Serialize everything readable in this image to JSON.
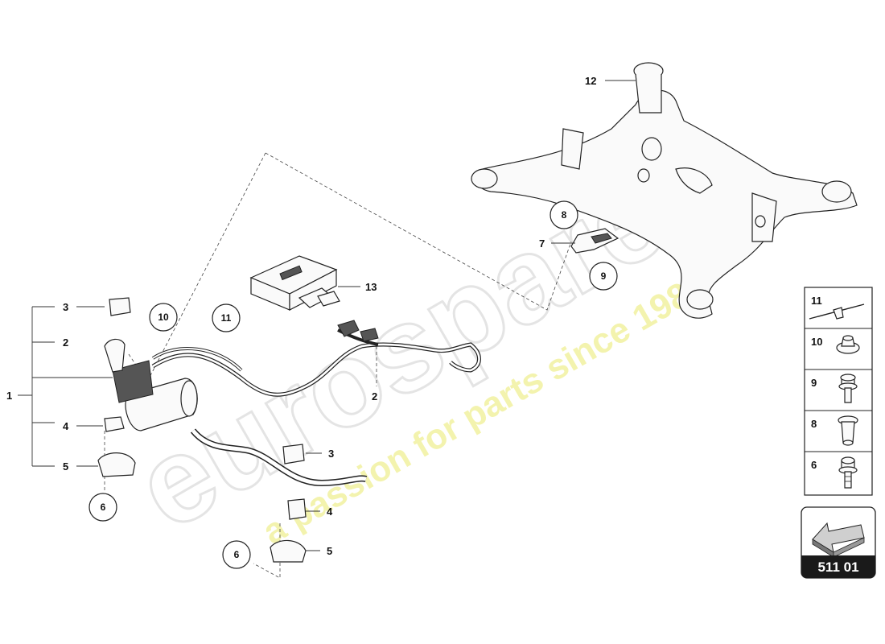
{
  "watermark": {
    "brand": "eurospares",
    "slogan": "a passion for parts since 1985"
  },
  "callouts": {
    "c1": "1",
    "c2_left": "2",
    "c2_mid": "2",
    "c3_left": "3",
    "c3_mid": "3",
    "c4_left": "4",
    "c4_mid": "4",
    "c5_left": "5",
    "c5_mid": "5",
    "c7": "7",
    "c12": "12",
    "c13": "13"
  },
  "circled": {
    "c6_left": "6",
    "c6_bottom": "6",
    "c8": "8",
    "c9": "9",
    "c10": "10",
    "c11": "11"
  },
  "legend": {
    "rows": [
      {
        "number": "11",
        "icon": "cable-tie-icon"
      },
      {
        "number": "10",
        "icon": "clip-nut-icon"
      },
      {
        "number": "9",
        "icon": "flange-bolt-icon"
      },
      {
        "number": "8",
        "icon": "spacer-sleeve-icon"
      },
      {
        "number": "6",
        "icon": "stud-bolt-icon"
      }
    ]
  },
  "reference": {
    "code": "511 01"
  }
}
